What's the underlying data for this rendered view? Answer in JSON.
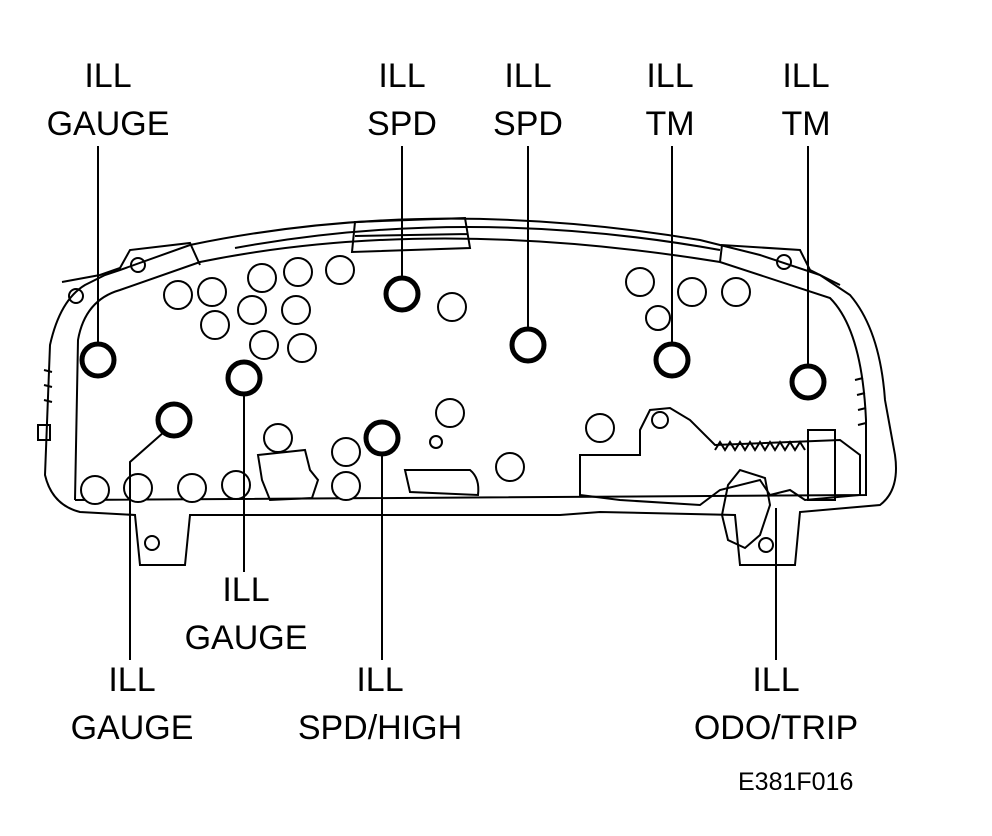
{
  "callouts": [
    {
      "line1": "ILL",
      "line2": "GAUGE"
    },
    {
      "line1": "ILL",
      "line2": "SPD"
    },
    {
      "line1": "ILL",
      "line2": "SPD"
    },
    {
      "line1": "ILL",
      "line2": "TM"
    },
    {
      "line1": "ILL",
      "line2": "TM"
    },
    {
      "line1": "ILL",
      "line2": "GAUGE"
    },
    {
      "line1": "ILL",
      "line2": "GAUGE"
    },
    {
      "line1": "ILL",
      "line2": "SPD/HIGH"
    },
    {
      "line1": "ILL",
      "line2": "ODO/TRIP"
    }
  ],
  "figure_code": "E381F016",
  "colors": {
    "ink": "#000000",
    "paper": "#ffffff"
  }
}
